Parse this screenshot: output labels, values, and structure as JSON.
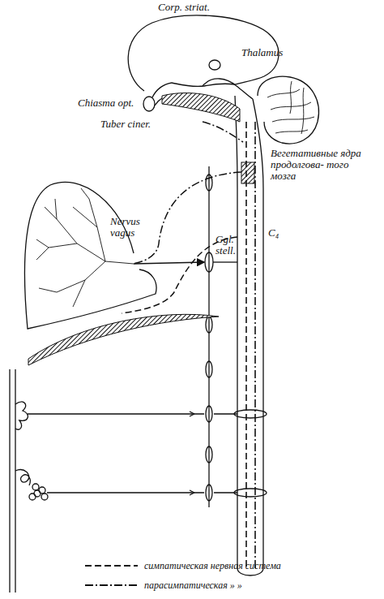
{
  "diagram": {
    "labels": [
      "Corp. striat.",
      "Thalamus",
      "Chiasma opt.",
      "Tuber ciner.",
      "Вегетативные ядра продолгова- того мозга",
      "Nervus vagus",
      "Ggl. stell.",
      "C₄"
    ],
    "legend": [
      {
        "text": "симпатическая нервная система"
      },
      {
        "text": "парасимпатическая » »"
      }
    ]
  }
}
